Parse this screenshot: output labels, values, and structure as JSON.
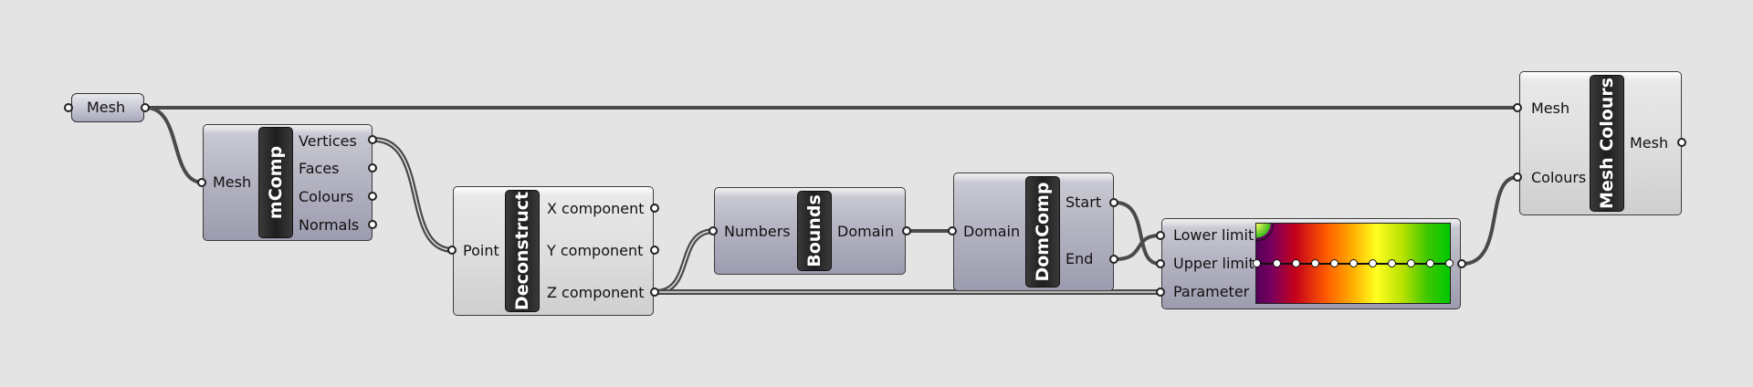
{
  "mesh_param": {
    "label": "Mesh"
  },
  "mcomp": {
    "nickname": "mComp",
    "inputs": [
      "Mesh"
    ],
    "outputs": [
      "Vertices",
      "Faces",
      "Colours",
      "Normals"
    ]
  },
  "deconstruct": {
    "nickname": "Deconstruct",
    "inputs": [
      "Point"
    ],
    "outputs": [
      "X component",
      "Y component",
      "Z component"
    ]
  },
  "bounds": {
    "nickname": "Bounds",
    "inputs": [
      "Numbers"
    ],
    "outputs": [
      "Domain"
    ]
  },
  "domcomp": {
    "nickname": "DomComp",
    "inputs": [
      "Domain"
    ],
    "outputs": [
      "Start",
      "End"
    ]
  },
  "gradient": {
    "inputs": [
      "Lower limit",
      "Upper limit",
      "Parameter"
    ],
    "colors": [
      "#520056",
      "#c4001c",
      "#ff5a00",
      "#ffb000",
      "#ffff20",
      "#40c800",
      "#00c800"
    ]
  },
  "meshcolours": {
    "nickname": "Mesh Colours",
    "inputs": [
      "Mesh",
      "Colours"
    ],
    "outputs": [
      "Mesh"
    ]
  }
}
